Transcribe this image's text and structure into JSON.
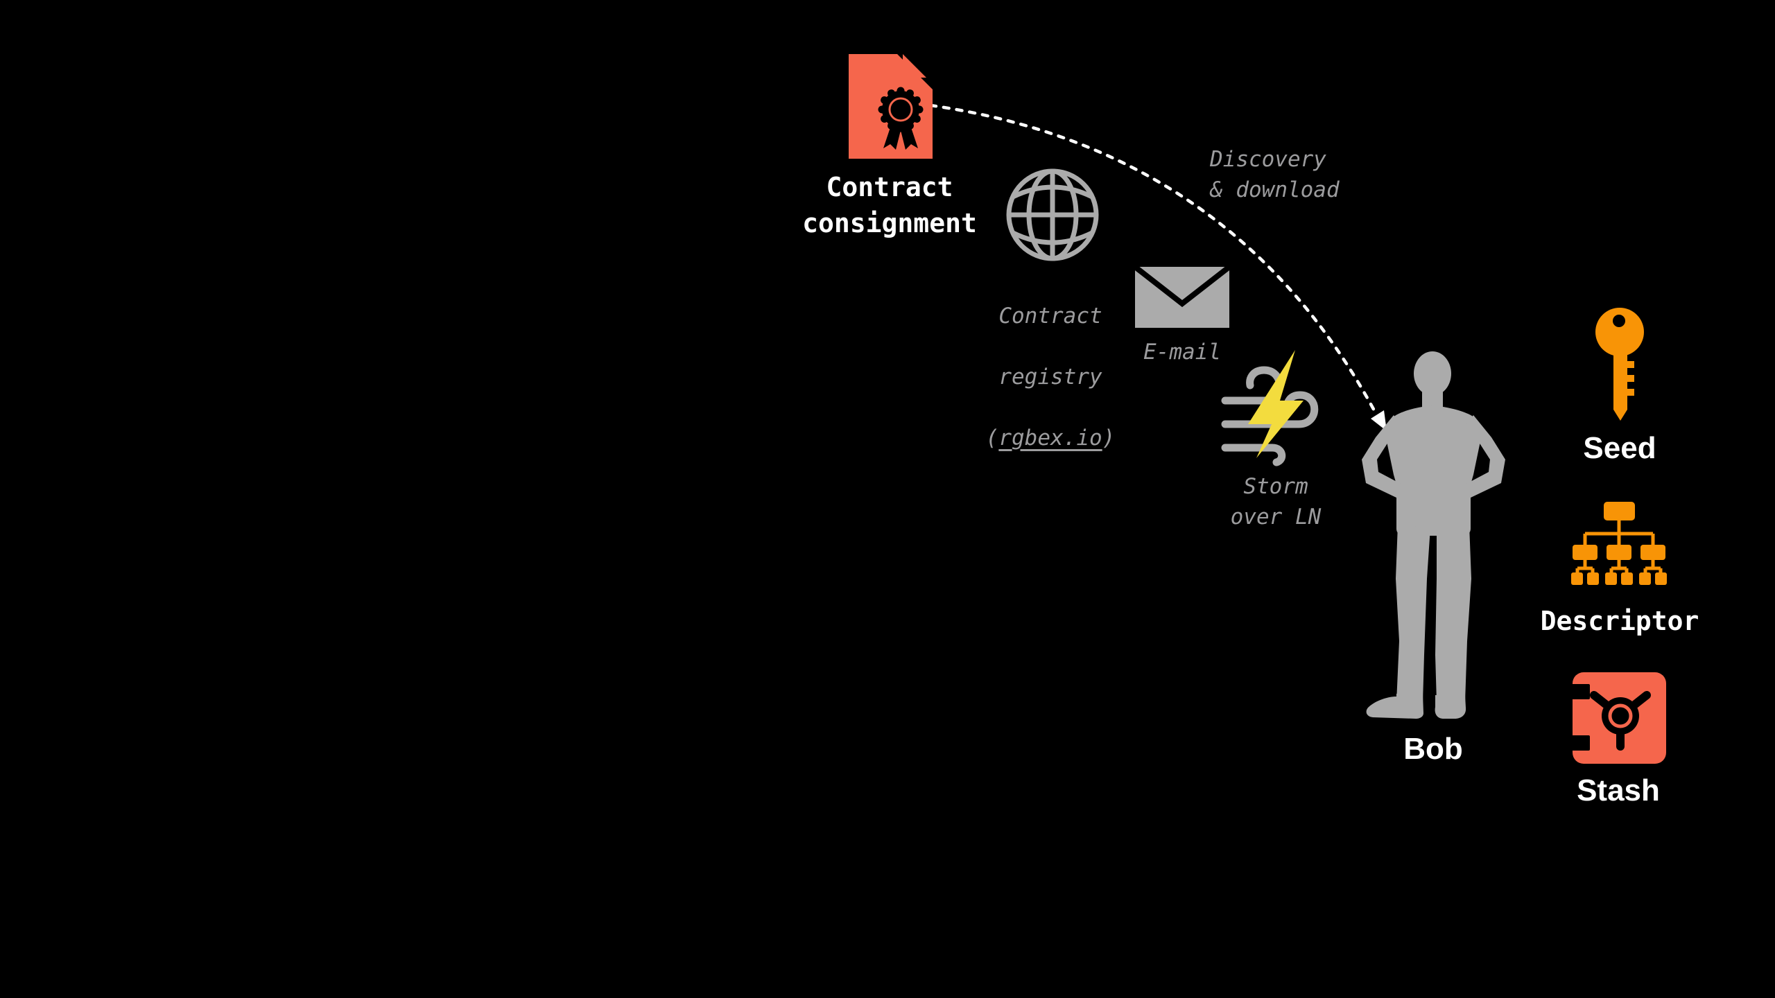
{
  "colors": {
    "background": "#000000",
    "salmon": "#F5664C",
    "orange": "#F89406",
    "yellow": "#F3DC3E",
    "gray-icon": "#ABABAB",
    "gray-text": "#9C9C9E",
    "white": "#FFFFFF"
  },
  "diagram": {
    "contract": {
      "label": "Contract\nconsignment",
      "icon": "certificate-document-icon"
    },
    "registry": {
      "line1": "Contract",
      "line2": "registry",
      "paren_open": "(",
      "domain": "rgbex.io",
      "paren_close": ")",
      "icon": "globe-icon"
    },
    "email": {
      "label": "E-mail",
      "icon": "envelope-icon"
    },
    "storm": {
      "label": "Storm\nover LN",
      "icon": "lightning-wind-icon"
    },
    "arrow": {
      "label": "Discovery\n& download"
    },
    "bob": {
      "label": "Bob",
      "icon": "person-silhouette-icon"
    },
    "seed": {
      "label": "Seed",
      "icon": "key-icon"
    },
    "descriptor": {
      "label": "Descriptor",
      "icon": "tree-hierarchy-icon"
    },
    "stash": {
      "label": "Stash",
      "icon": "safe-icon"
    }
  }
}
